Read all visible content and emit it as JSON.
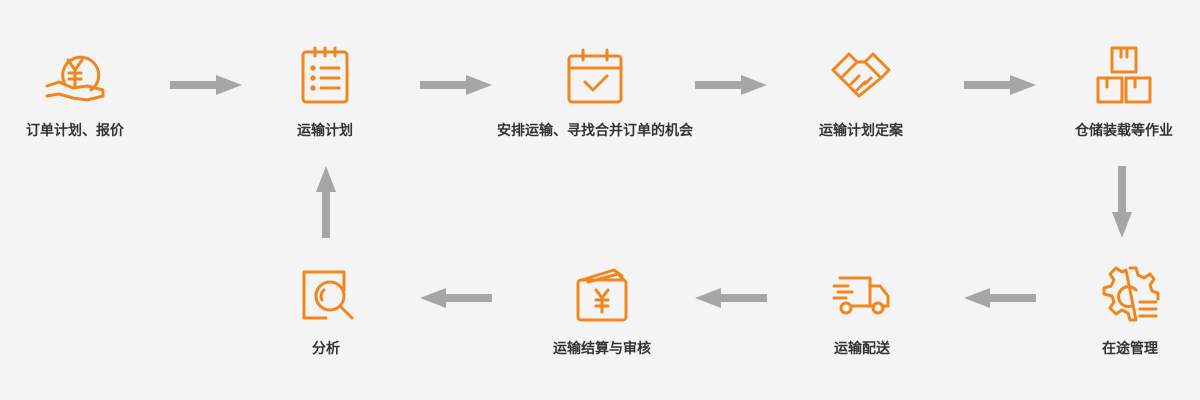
{
  "colors": {
    "accent": "#f0861e",
    "arrow": "#a6a6a6",
    "background": "#f4f4f4",
    "text": "#333333"
  },
  "steps": [
    {
      "label": "订单计划、报价",
      "icon": "yen-hand-icon"
    },
    {
      "label": "运输计划",
      "icon": "clipboard-list-icon"
    },
    {
      "label": "安排运输、寻找合并订单的机会",
      "icon": "calendar-check-icon"
    },
    {
      "label": "运输计划定案",
      "icon": "handshake-icon"
    },
    {
      "label": "仓储装载等作业",
      "icon": "boxes-icon"
    },
    {
      "label": "在途管理",
      "icon": "gear-list-icon"
    },
    {
      "label": "运输配送",
      "icon": "delivery-truck-icon"
    },
    {
      "label": "运输结算与审核",
      "icon": "yen-wallet-icon"
    },
    {
      "label": "分析",
      "icon": "magnifier-icon"
    }
  ]
}
